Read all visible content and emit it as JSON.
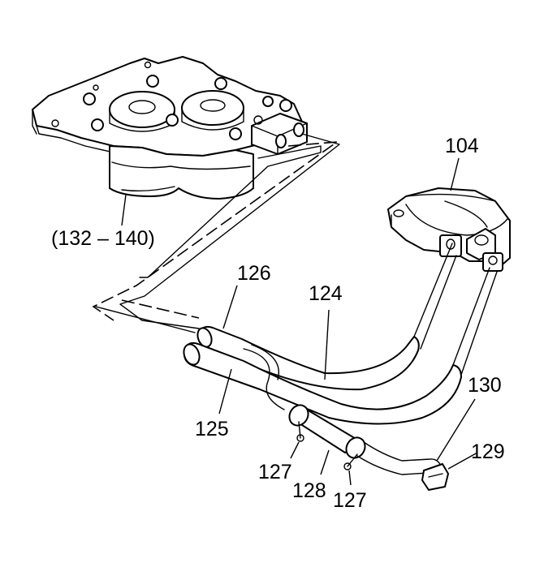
{
  "callouts": {
    "c104": "104",
    "c132_140": "(132 – 140)",
    "c126": "126",
    "c124": "124",
    "c125": "125",
    "c130": "130",
    "c129": "129",
    "c127a": "127",
    "c128": "128",
    "c127b": "127"
  },
  "colors": {
    "line": "#000000",
    "background": "#ffffff"
  }
}
